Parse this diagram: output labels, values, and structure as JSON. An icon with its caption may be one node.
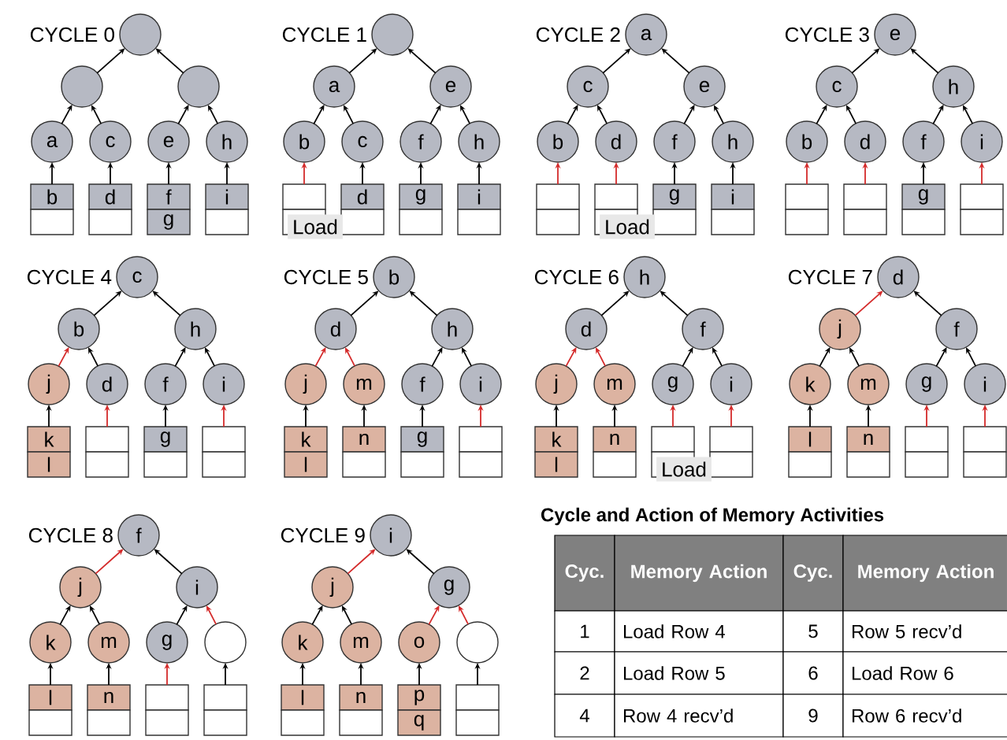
{
  "diagram": {
    "nodes": [
      {
        "text": [],
        "shape": "circle",
        "beside": [
          "CYCLE 0"
        ]
      },
      {
        "text": [],
        "shape": "circle"
      },
      {
        "text": [],
        "shape": "circle"
      },
      {
        "text": [
          "a"
        ]
      },
      {
        "text": [
          "c"
        ]
      },
      {
        "text": [
          "e"
        ]
      },
      {
        "text": [
          "h"
        ]
      },
      {
        "text": [
          "b"
        ]
      },
      {
        "text": [],
        "shape": "box"
      },
      {
        "text": [
          "d"
        ]
      },
      {
        "text": [],
        "shape": "box"
      },
      {
        "text": [
          "f"
        ]
      },
      {
        "text": [
          "g"
        ]
      },
      {
        "text": [
          "i"
        ]
      },
      {
        "text": [],
        "shape": "box"
      },
      {
        "text": [],
        "shape": "circle",
        "beside": [
          "CYCLE 1"
        ]
      },
      {
        "text": [
          "a"
        ]
      },
      {
        "text": [
          "e"
        ]
      },
      {
        "text": [
          "b"
        ]
      },
      {
        "text": [
          "c"
        ]
      },
      {
        "text": [
          "f"
        ]
      },
      {
        "text": [
          "h"
        ]
      },
      {
        "text": [],
        "shape": "box"
      },
      {
        "text": [],
        "shape": "box"
      },
      {
        "text": [
          "d"
        ]
      },
      {
        "text": [],
        "shape": "box"
      },
      {
        "text": [
          "g"
        ]
      },
      {
        "text": [],
        "shape": "box"
      },
      {
        "text": [
          "i"
        ]
      },
      {
        "text": [],
        "shape": "box"
      },
      {
        "text": [
          "a"
        ],
        "beside": [
          "CYCLE 2"
        ]
      },
      {
        "text": [
          "c"
        ]
      },
      {
        "text": [
          "e"
        ]
      },
      {
        "text": [
          "b"
        ]
      },
      {
        "text": [
          "d"
        ]
      },
      {
        "text": [
          "f"
        ]
      },
      {
        "text": [
          "h"
        ]
      },
      {
        "text": [],
        "shape": "box"
      },
      {
        "text": [],
        "shape": "box"
      },
      {
        "text": [],
        "shape": "box"
      },
      {
        "text": [],
        "shape": "box"
      },
      {
        "text": [
          "g"
        ]
      },
      {
        "text": [],
        "shape": "box"
      },
      {
        "text": [
          "i"
        ]
      },
      {
        "text": [],
        "shape": "box"
      },
      {
        "text": [
          "e"
        ],
        "beside": [
          "CYCLE 3"
        ]
      },
      {
        "text": [
          "c"
        ]
      },
      {
        "text": [
          "h"
        ]
      },
      {
        "text": [
          "b"
        ]
      },
      {
        "text": [
          "d"
        ]
      },
      {
        "text": [
          "f"
        ]
      },
      {
        "text": [
          "i"
        ]
      },
      {
        "text": [],
        "shape": "box"
      },
      {
        "text": [],
        "shape": "box"
      },
      {
        "text": [],
        "shape": "box"
      },
      {
        "text": [],
        "shape": "box"
      },
      {
        "text": [
          "g"
        ]
      },
      {
        "text": [],
        "shape": "box"
      },
      {
        "text": [],
        "shape": "box"
      },
      {
        "text": [],
        "shape": "box"
      },
      {
        "text": [
          "c"
        ],
        "beside": [
          "CYCLE 4"
        ]
      },
      {
        "text": [
          "b"
        ]
      },
      {
        "text": [
          "h"
        ]
      },
      {
        "text": [
          "j"
        ]
      },
      {
        "text": [
          "d"
        ]
      },
      {
        "text": [
          "f"
        ]
      },
      {
        "text": [
          "i"
        ]
      },
      {
        "text": [
          "k"
        ]
      },
      {
        "text": [
          "l"
        ]
      },
      {
        "text": [],
        "shape": "box"
      },
      {
        "text": [],
        "shape": "box"
      },
      {
        "text": [
          "g"
        ]
      },
      {
        "text": [],
        "shape": "box"
      },
      {
        "text": [],
        "shape": "box"
      },
      {
        "text": [],
        "shape": "box"
      },
      {
        "text": [
          "b"
        ],
        "beside": [
          "CYCLE 5"
        ]
      },
      {
        "text": [
          "d"
        ]
      },
      {
        "text": [
          "h"
        ]
      },
      {
        "text": [
          "j"
        ]
      },
      {
        "text": [
          "m"
        ]
      },
      {
        "text": [
          "f"
        ]
      },
      {
        "text": [
          "i"
        ]
      },
      {
        "text": [
          "k"
        ]
      },
      {
        "text": [
          "l"
        ]
      },
      {
        "text": [
          "n"
        ]
      },
      {
        "text": [],
        "shape": "box"
      },
      {
        "text": [
          "g"
        ]
      },
      {
        "text": [],
        "shape": "box"
      },
      {
        "text": [],
        "shape": "box"
      },
      {
        "text": [],
        "shape": "box"
      },
      {
        "text": [
          "h"
        ],
        "beside": [
          "CYCLE 6"
        ]
      },
      {
        "text": [
          "d"
        ]
      },
      {
        "text": [
          "f"
        ]
      },
      {
        "text": [
          "j"
        ]
      },
      {
        "text": [
          "m"
        ]
      },
      {
        "text": [
          "g"
        ]
      },
      {
        "text": [
          "i"
        ]
      },
      {
        "text": [
          "k"
        ]
      },
      {
        "text": [
          "l"
        ]
      },
      {
        "text": [
          "n"
        ]
      },
      {
        "text": [],
        "shape": "box"
      },
      {
        "text": [],
        "shape": "box"
      },
      {
        "text": [],
        "shape": "box"
      },
      {
        "text": [],
        "shape": "box"
      },
      {
        "text": [],
        "shape": "box"
      },
      {
        "text": [
          "d"
        ],
        "beside": [
          "CYCLE 7"
        ]
      },
      {
        "text": [
          "j"
        ]
      },
      {
        "text": [
          "f"
        ]
      },
      {
        "text": [
          "k"
        ]
      },
      {
        "text": [
          "m"
        ]
      },
      {
        "text": [
          "g"
        ]
      },
      {
        "text": [
          "i"
        ]
      },
      {
        "text": [
          "l"
        ]
      },
      {
        "text": [],
        "shape": "box"
      },
      {
        "text": [
          "n"
        ]
      },
      {
        "text": [],
        "shape": "box"
      },
      {
        "text": [],
        "shape": "box"
      },
      {
        "text": [],
        "shape": "box"
      },
      {
        "text": [],
        "shape": "box"
      },
      {
        "text": [],
        "shape": "box"
      },
      {
        "text": [
          "f"
        ],
        "beside": [
          "CYCLE 8"
        ]
      },
      {
        "text": [
          "j"
        ]
      },
      {
        "text": [
          "i"
        ]
      },
      {
        "text": [
          "k"
        ]
      },
      {
        "text": [
          "m"
        ]
      },
      {
        "text": [
          "g"
        ]
      },
      {
        "text": [],
        "shape": "circle"
      },
      {
        "text": [
          "l"
        ]
      },
      {
        "text": [],
        "shape": "box"
      },
      {
        "text": [
          "n"
        ]
      },
      {
        "text": [],
        "shape": "box"
      },
      {
        "text": [],
        "shape": "box"
      },
      {
        "text": [],
        "shape": "box"
      },
      {
        "text": [],
        "shape": "box"
      },
      {
        "text": [],
        "shape": "box"
      },
      {
        "text": [
          "i"
        ],
        "beside": [
          "CYCLE 9"
        ]
      },
      {
        "text": [
          "j"
        ]
      },
      {
        "text": [
          "g"
        ]
      },
      {
        "text": [
          "k"
        ]
      },
      {
        "text": [
          "m"
        ]
      },
      {
        "text": [
          "o"
        ]
      },
      {
        "text": [],
        "shape": "circle"
      },
      {
        "text": [
          "l"
        ]
      },
      {
        "text": [],
        "shape": "box"
      },
      {
        "text": [
          "n"
        ]
      },
      {
        "text": [],
        "shape": "box"
      },
      {
        "text": [
          "p"
        ]
      },
      {
        "text": [
          "q"
        ]
      },
      {
        "text": [],
        "shape": "box"
      },
      {
        "text": [],
        "shape": "box"
      }
    ],
    "edges": [
      {
        "from": 1,
        "to": 0,
        "arrow": "to"
      },
      {
        "from": 2,
        "to": 0,
        "arrow": "to"
      },
      {
        "from": 3,
        "to": 1,
        "arrow": "to"
      },
      {
        "from": 4,
        "to": 1,
        "arrow": "to"
      },
      {
        "from": 5,
        "to": 2,
        "arrow": "to"
      },
      {
        "from": 6,
        "to": 2,
        "arrow": "to"
      },
      {
        "from": 7,
        "to": 3,
        "arrow": "to"
      },
      {
        "from": 9,
        "to": 4,
        "arrow": "to"
      },
      {
        "from": 11,
        "to": 5,
        "arrow": "to"
      },
      {
        "from": 13,
        "to": 6,
        "arrow": "to"
      },
      {
        "from": 16,
        "to": 15,
        "arrow": "to"
      },
      {
        "from": 17,
        "to": 15,
        "arrow": "to"
      },
      {
        "from": 18,
        "to": 16,
        "arrow": "to"
      },
      {
        "from": 19,
        "to": 16,
        "arrow": "to"
      },
      {
        "from": 20,
        "to": 17,
        "arrow": "to"
      },
      {
        "from": 21,
        "to": 17,
        "arrow": "to"
      },
      {
        "from": 22,
        "to": 18,
        "arrow": "to",
        "color": "#d42a2a"
      },
      {
        "from": 24,
        "to": 19,
        "arrow": "to"
      },
      {
        "from": 26,
        "to": 20,
        "arrow": "to"
      },
      {
        "from": 28,
        "to": 21,
        "arrow": "to"
      },
      {
        "from": 31,
        "to": 30,
        "arrow": "to"
      },
      {
        "from": 32,
        "to": 30,
        "arrow": "to"
      },
      {
        "from": 33,
        "to": 31,
        "arrow": "to"
      },
      {
        "from": 34,
        "to": 31,
        "arrow": "to"
      },
      {
        "from": 35,
        "to": 32,
        "arrow": "to"
      },
      {
        "from": 36,
        "to": 32,
        "arrow": "to"
      },
      {
        "from": 37,
        "to": 33,
        "arrow": "to",
        "color": "#d42a2a"
      },
      {
        "from": 39,
        "to": 34,
        "arrow": "to",
        "color": "#d42a2a"
      },
      {
        "from": 41,
        "to": 35,
        "arrow": "to"
      },
      {
        "from": 43,
        "to": 36,
        "arrow": "to"
      },
      {
        "from": 46,
        "to": 45,
        "arrow": "to"
      },
      {
        "from": 47,
        "to": 45,
        "arrow": "to"
      },
      {
        "from": 48,
        "to": 46,
        "arrow": "to"
      },
      {
        "from": 49,
        "to": 46,
        "arrow": "to"
      },
      {
        "from": 50,
        "to": 47,
        "arrow": "to"
      },
      {
        "from": 51,
        "to": 47,
        "arrow": "to"
      },
      {
        "from": 52,
        "to": 48,
        "arrow": "to",
        "color": "#d42a2a"
      },
      {
        "from": 54,
        "to": 49,
        "arrow": "to",
        "color": "#d42a2a"
      },
      {
        "from": 56,
        "to": 50,
        "arrow": "to"
      },
      {
        "from": 58,
        "to": 51,
        "arrow": "to",
        "color": "#d42a2a"
      },
      {
        "from": 61,
        "to": 60,
        "arrow": "to"
      },
      {
        "from": 62,
        "to": 60,
        "arrow": "to"
      },
      {
        "from": 63,
        "to": 61,
        "arrow": "to",
        "color": "#d42a2a"
      },
      {
        "from": 64,
        "to": 61,
        "arrow": "to"
      },
      {
        "from": 65,
        "to": 62,
        "arrow": "to"
      },
      {
        "from": 66,
        "to": 62,
        "arrow": "to"
      },
      {
        "from": 67,
        "to": 63,
        "arrow": "to"
      },
      {
        "from": 69,
        "to": 64,
        "arrow": "to",
        "color": "#d42a2a"
      },
      {
        "from": 71,
        "to": 65,
        "arrow": "to"
      },
      {
        "from": 73,
        "to": 66,
        "arrow": "to",
        "color": "#d42a2a"
      },
      {
        "from": 76,
        "to": 75,
        "arrow": "to"
      },
      {
        "from": 77,
        "to": 75,
        "arrow": "to"
      },
      {
        "from": 78,
        "to": 76,
        "arrow": "to",
        "color": "#d42a2a"
      },
      {
        "from": 79,
        "to": 76,
        "arrow": "to",
        "color": "#d42a2a"
      },
      {
        "from": 80,
        "to": 77,
        "arrow": "to"
      },
      {
        "from": 81,
        "to": 77,
        "arrow": "to"
      },
      {
        "from": 82,
        "to": 78,
        "arrow": "to"
      },
      {
        "from": 84,
        "to": 79,
        "arrow": "to"
      },
      {
        "from": 86,
        "to": 80,
        "arrow": "to"
      },
      {
        "from": 88,
        "to": 81,
        "arrow": "to",
        "color": "#d42a2a"
      },
      {
        "from": 91,
        "to": 90,
        "arrow": "to"
      },
      {
        "from": 92,
        "to": 90,
        "arrow": "to"
      },
      {
        "from": 93,
        "to": 91,
        "arrow": "to",
        "color": "#d42a2a"
      },
      {
        "from": 94,
        "to": 91,
        "arrow": "to",
        "color": "#d42a2a"
      },
      {
        "from": 95,
        "to": 92,
        "arrow": "to"
      },
      {
        "from": 96,
        "to": 92,
        "arrow": "to"
      },
      {
        "from": 97,
        "to": 93,
        "arrow": "to"
      },
      {
        "from": 99,
        "to": 94,
        "arrow": "to"
      },
      {
        "from": 101,
        "to": 95,
        "arrow": "to",
        "color": "#d42a2a"
      },
      {
        "from": 103,
        "to": 96,
        "arrow": "to",
        "color": "#d42a2a"
      },
      {
        "from": 106,
        "to": 105,
        "arrow": "to",
        "color": "#d42a2a"
      },
      {
        "from": 107,
        "to": 105,
        "arrow": "to"
      },
      {
        "from": 108,
        "to": 106,
        "arrow": "to"
      },
      {
        "from": 109,
        "to": 106,
        "arrow": "to"
      },
      {
        "from": 110,
        "to": 107,
        "arrow": "to"
      },
      {
        "from": 111,
        "to": 107,
        "arrow": "to"
      },
      {
        "from": 112,
        "to": 108,
        "arrow": "to"
      },
      {
        "from": 114,
        "to": 109,
        "arrow": "to"
      },
      {
        "from": 116,
        "to": 110,
        "arrow": "to",
        "color": "#d42a2a"
      },
      {
        "from": 118,
        "to": 111,
        "arrow": "to",
        "color": "#d42a2a"
      },
      {
        "from": 121,
        "to": 120,
        "arrow": "to",
        "color": "#d42a2a"
      },
      {
        "from": 122,
        "to": 120,
        "arrow": "to"
      },
      {
        "from": 123,
        "to": 121,
        "arrow": "to"
      },
      {
        "from": 124,
        "to": 121,
        "arrow": "to"
      },
      {
        "from": 125,
        "to": 122,
        "arrow": "to"
      },
      {
        "from": 126,
        "to": 122,
        "arrow": "to",
        "color": "#d42a2a"
      },
      {
        "from": 127,
        "to": 123,
        "arrow": "to"
      },
      {
        "from": 129,
        "to": 124,
        "arrow": "to"
      },
      {
        "from": 131,
        "to": 125,
        "arrow": "to",
        "color": "#d42a2a"
      },
      {
        "from": 133,
        "to": 126,
        "arrow": "to"
      },
      {
        "from": 136,
        "to": 135,
        "arrow": "to",
        "color": "#d42a2a"
      },
      {
        "from": 137,
        "to": 135,
        "arrow": "to"
      },
      {
        "from": 138,
        "to": 136,
        "arrow": "to"
      },
      {
        "from": 139,
        "to": 136,
        "arrow": "to"
      },
      {
        "from": 140,
        "to": 137,
        "arrow": "to",
        "color": "#d42a2a"
      },
      {
        "from": 141,
        "to": 137,
        "arrow": "to",
        "color": "#d42a2a"
      },
      {
        "from": 142,
        "to": 138,
        "arrow": "to"
      },
      {
        "from": 144,
        "to": 139,
        "arrow": "to"
      },
      {
        "from": 146,
        "to": 140,
        "arrow": "to"
      },
      {
        "from": 148,
        "to": 141,
        "arrow": "to"
      }
    ],
    "labels": [
      "Load",
      "Load",
      "Load",
      "Cycle and Action of Memory Activities",
      "Cyc.",
      "Memory Action",
      "Cyc.",
      "Memory Action",
      "1",
      "Load Row 4",
      "5",
      "Row 5 recv’d",
      "2",
      "Load Row 5",
      "6",
      "Load Row 6",
      "4",
      "Row 4 recv’d",
      "9",
      "Row 6 recv’d"
    ]
  }
}
